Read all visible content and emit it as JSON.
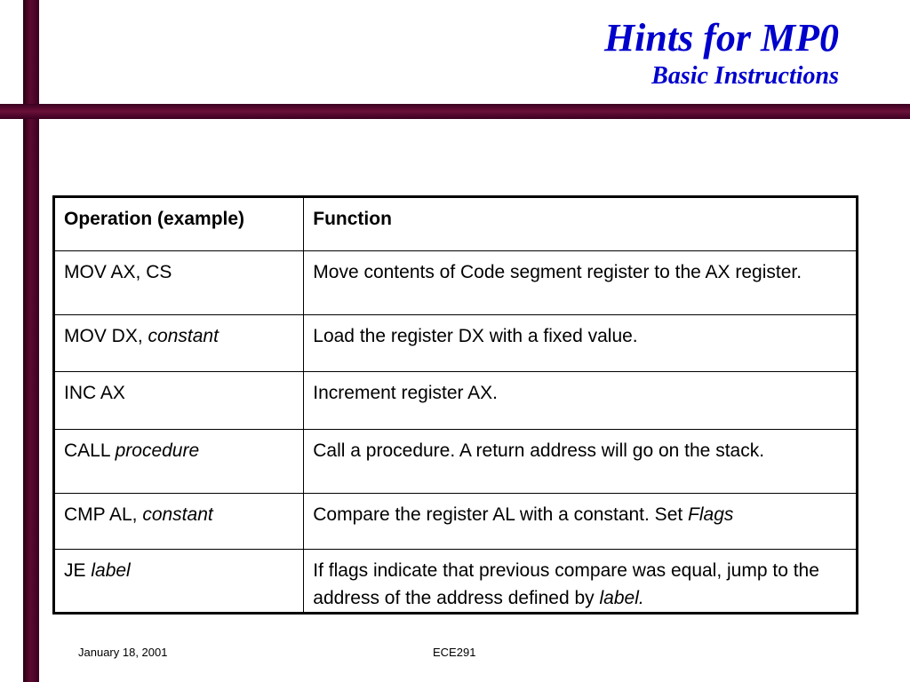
{
  "slide": {
    "title": "Hints for MP0",
    "subtitle": "Basic Instructions"
  },
  "table": {
    "headers": [
      "Operation (example)",
      "Function"
    ],
    "rows": [
      {
        "op": "MOV AX, CS",
        "op_arg": "",
        "func": "Move contents of Code segment register to the AX register.",
        "func_em": "",
        "func_tail": ""
      },
      {
        "op": "MOV DX, ",
        "op_arg": "constant",
        "func": "Load the register DX with a fixed value.",
        "func_em": "",
        "func_tail": ""
      },
      {
        "op": "INC AX",
        "op_arg": "",
        "func": "Increment register AX.",
        "func_em": "",
        "func_tail": ""
      },
      {
        "op": "CALL ",
        "op_arg": "procedure",
        "func": "Call a procedure.  A return address will go on the stack.",
        "func_em": "",
        "func_tail": ""
      },
      {
        "op": "CMP AL, ",
        "op_arg": "constant",
        "func": "Compare the register AL with a constant.  Set ",
        "func_em": "Flags",
        "func_tail": ""
      },
      {
        "op": "JE ",
        "op_arg": "label",
        "func": "If flags indicate that previous compare was equal, jump to the address of the address defined by ",
        "func_em": "label.",
        "func_tail": ""
      }
    ]
  },
  "footer": {
    "date": "January 18, 2001",
    "course": "ECE291"
  },
  "colors": {
    "title": "#0000cc",
    "bars": "#5c0a30"
  }
}
